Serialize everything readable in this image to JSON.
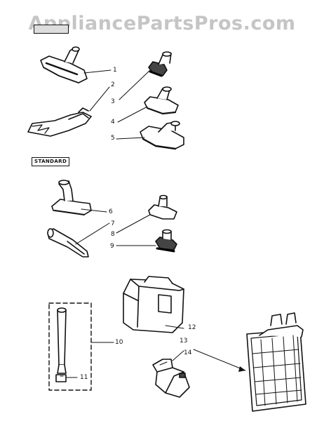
{
  "watermark": "AppliancePartsPros.com",
  "sections": {
    "top_label": "",
    "standard_label": "STANDARD"
  },
  "callouts": [
    {
      "num": "1"
    },
    {
      "num": "2"
    },
    {
      "num": "3"
    },
    {
      "num": "4"
    },
    {
      "num": "5"
    },
    {
      "num": "6"
    },
    {
      "num": "7"
    },
    {
      "num": "8"
    },
    {
      "num": "9"
    },
    {
      "num": "10"
    },
    {
      "num": "11"
    },
    {
      "num": "12"
    },
    {
      "num": "13"
    },
    {
      "num": "14"
    }
  ],
  "colors": {
    "ink": "#111111",
    "paper": "#ffffff",
    "watermark": "#969696"
  }
}
